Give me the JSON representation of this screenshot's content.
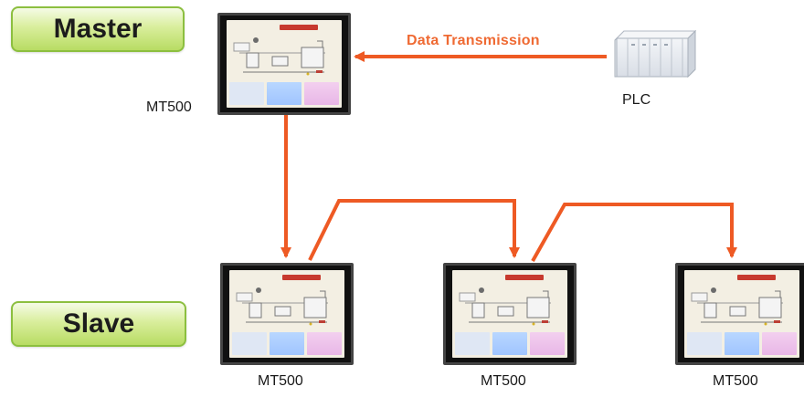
{
  "roles": {
    "master": "Master",
    "slave": "Slave"
  },
  "devices": {
    "master": {
      "label": "MT500"
    },
    "slaves": [
      {
        "label": "MT500"
      },
      {
        "label": "MT500"
      },
      {
        "label": "MT500"
      }
    ],
    "plc": {
      "label": "PLC"
    }
  },
  "connections": {
    "data_transmission_label": "Data Transmission"
  },
  "colors": {
    "arrow": "#ee5a24",
    "role_badge": "#b8dc63",
    "hmi_frame": "#111111",
    "hmi_screen": "#f3efe3"
  }
}
